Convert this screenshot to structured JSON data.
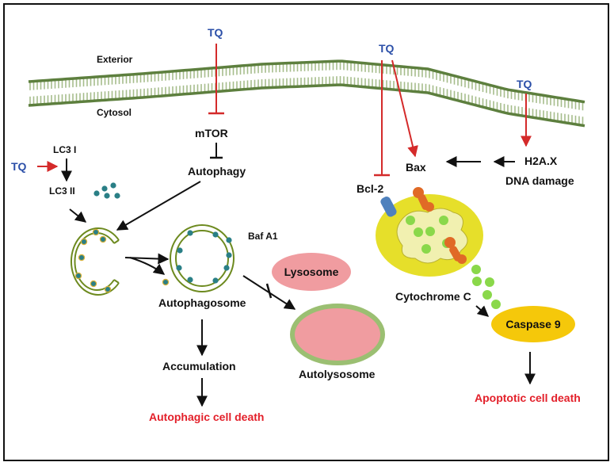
{
  "membrane": {
    "exterior_label": "Exterior",
    "cytosol_label": "Cytosol"
  },
  "tq_labels": {
    "mtor_tq": "TQ",
    "lc3_tq": "TQ",
    "mito_tq": "TQ",
    "h2ax_tq": "TQ"
  },
  "autophagy_pathway": {
    "mtor": "mTOR",
    "autophagy": "Autophagy",
    "lc3_i": "LC3 I",
    "lc3_ii": "LC3 II",
    "baf_a1": "Baf A1",
    "lysosome": "Lysosome",
    "autophagosome": "Autophagosome",
    "autolysosome": "Autolysosome",
    "accumulation": "Accumulation",
    "autophagic_death": "Autophagic cell death"
  },
  "apoptosis_pathway": {
    "bax": "Bax",
    "bcl2": "Bcl-2",
    "h2ax": "H2A.X",
    "dna_damage": "DNA damage",
    "cytochrome_c": "Cytochrome C",
    "caspase9": "Caspase 9",
    "apoptotic_death": "Apoptotic cell death"
  },
  "colors": {
    "inhibition_red": "#d42a2a",
    "tq_blue": "#2b4fa8",
    "death_red": "#e3202a",
    "membrane_green": "#8aa86a",
    "vesicle_green": "#6d8a1f",
    "lc3_teal": "#2a7f86",
    "lysosome_pink": "#f09ca0",
    "mito_yellow": "#e6df2a",
    "cytc_green": "#8ad84a",
    "caspase_yellow": "#f5c80a",
    "bcl2_blue": "#4f81bd",
    "bax_orange": "#e06a26"
  }
}
